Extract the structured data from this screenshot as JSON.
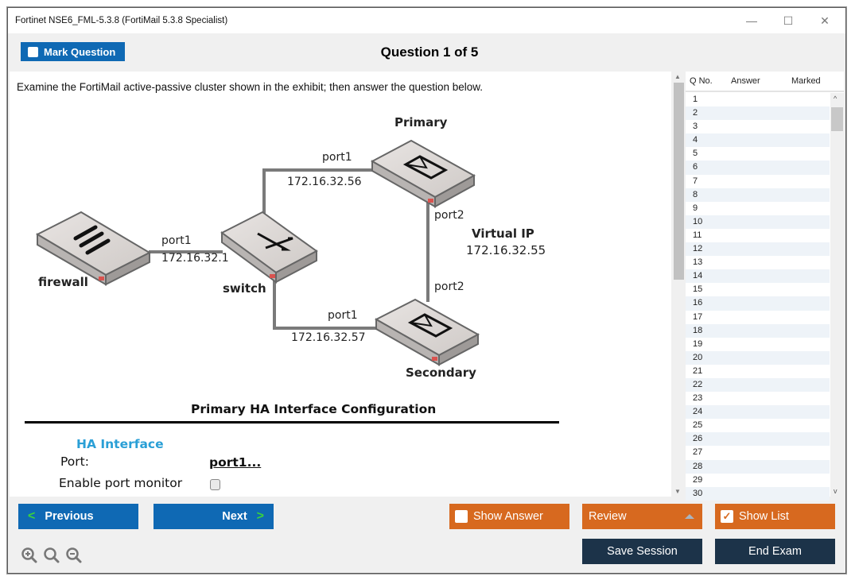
{
  "window": {
    "title": "Fortinet NSE6_FML-5.3.8 (FortiMail 5.3.8 Specialist)",
    "controls": {
      "minimize": "—",
      "maximize": "☐",
      "close": "✕"
    }
  },
  "header": {
    "mark_question_label": "Mark Question",
    "mark_question_checked": false,
    "question_counter": "Question 1 of 5"
  },
  "question": {
    "text": "Examine the FortiMail active-passive cluster shown in the exhibit; then answer the question below.",
    "exhibit": {
      "devices": {
        "primary": "Primary",
        "secondary": "Secondary",
        "firewall": "firewall",
        "switch": "switch"
      },
      "labels": {
        "firewall_port": "port1",
        "firewall_ip": "172.16.32.1",
        "primary_port1": "port1",
        "primary_ip": "172.16.32.56",
        "primary_port2": "port2",
        "secondary_port1": "port1",
        "secondary_ip": "172.16.32.57",
        "secondary_port2": "port2",
        "virtual_ip_title": "Virtual IP",
        "virtual_ip": "172.16.32.55"
      },
      "config": {
        "title": "Primary HA Interface Configuration",
        "section": "HA Interface",
        "port_label": "Port:",
        "port_value": "port1...",
        "monitor_label": "Enable port monitor",
        "monitor_checked": false
      }
    }
  },
  "question_list": {
    "columns": [
      "Q No.",
      "Answer",
      "Marked"
    ],
    "rows": [
      "1",
      "2",
      "3",
      "4",
      "5",
      "6",
      "7",
      "8",
      "9",
      "10",
      "11",
      "12",
      "13",
      "14",
      "15",
      "16",
      "17",
      "18",
      "19",
      "20",
      "21",
      "22",
      "23",
      "24",
      "25",
      "26",
      "27",
      "28",
      "29",
      "30"
    ]
  },
  "footer": {
    "previous_label": "Previous",
    "next_label": "Next",
    "show_answer_label": "Show Answer",
    "show_answer_checked": false,
    "review_label": "Review",
    "show_list_label": "Show List",
    "show_list_checked": true,
    "save_session_label": "Save Session",
    "end_exam_label": "End Exam",
    "zoom_icons": [
      "zoom-in-icon",
      "zoom-reset-icon",
      "zoom-out-icon"
    ]
  },
  "colors": {
    "primary_blue": "#0f69b4",
    "orange": "#d7691f",
    "navy": "#1c3349",
    "chevron_green": "#3bd33b",
    "ha_heading_blue": "#2a9fd6"
  }
}
